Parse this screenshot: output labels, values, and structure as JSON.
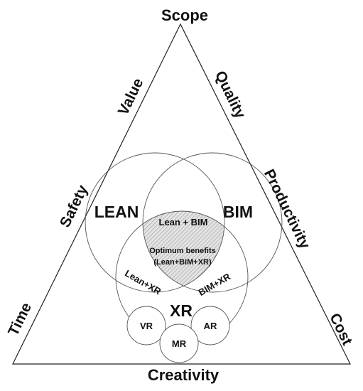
{
  "triangle": {
    "top": "Scope",
    "bottom": "Creativity",
    "left_edge": [
      "Value",
      "Safety",
      "Time"
    ],
    "right_edge": [
      "Quality",
      "Productivity",
      "Cost"
    ]
  },
  "venn": {
    "lean": "LEAN",
    "bim": "BIM",
    "xr": "XR",
    "lean_bim": "Lean + BIM",
    "lean_xr": "Lean+XR",
    "bim_xr": "BIM+XR",
    "center_line1": "Optimum benefits",
    "center_line2": "(Lean+BIM+XR)"
  },
  "xr_types": [
    "VR",
    "MR",
    "AR"
  ]
}
